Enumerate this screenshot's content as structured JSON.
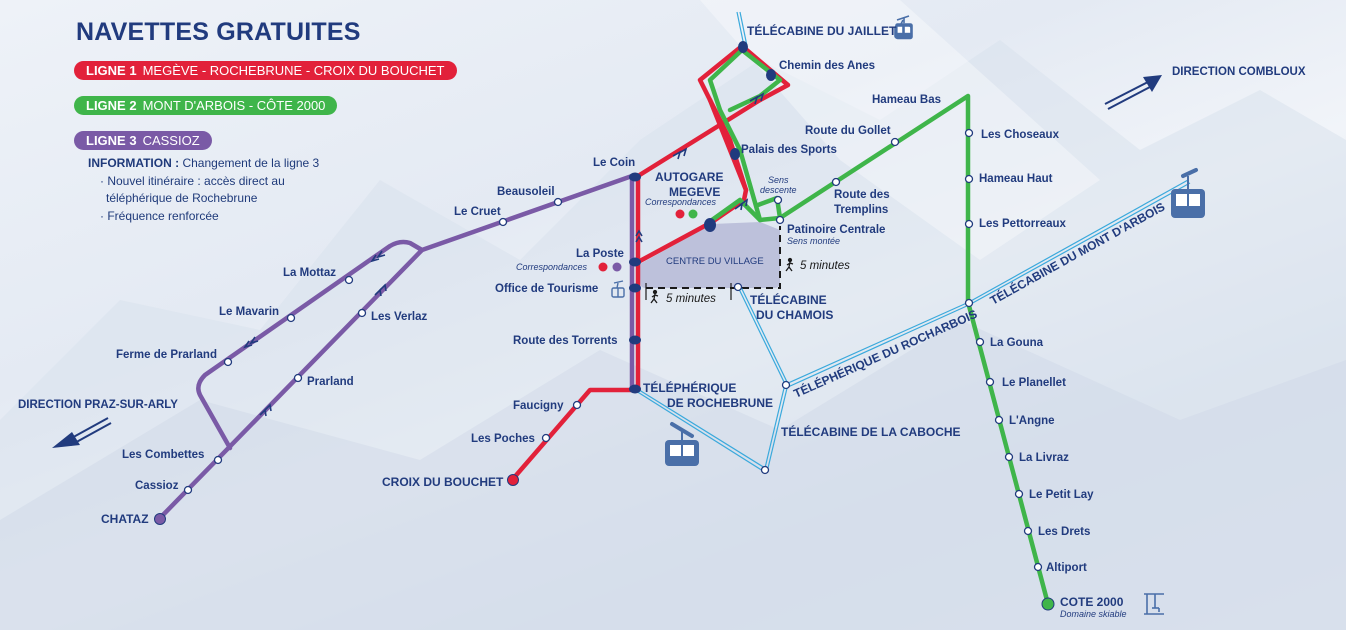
{
  "title": "NAVETTES GRATUITES",
  "lines": [
    {
      "id": "L1",
      "label": "LIGNE 1",
      "name": "MEGÈVE - ROCHEBRUNE - CROIX DU BOUCHET",
      "color": "#e2213a"
    },
    {
      "id": "L2",
      "label": "LIGNE 2",
      "name": "MONT D'ARBOIS - CÔTE 2000",
      "color": "#3fb54a"
    },
    {
      "id": "L3",
      "label": "LIGNE 3",
      "name": "CASSIOZ",
      "color": "#7a5aa6"
    }
  ],
  "information": {
    "label": "INFORMATION :",
    "text": "Changement de la ligne 3",
    "bullets": [
      "· Nouvel itinéraire : accès direct au",
      "téléphérique de Rochebrune",
      "· Fréquence renforcée"
    ]
  },
  "directions": {
    "combloux": "DIRECTION COMBLOUX",
    "praz": "DIRECTION PRAZ-SUR-ARLY"
  },
  "lifts": {
    "jaillet": "TÉLÉCABINE DU JAILLET",
    "mont_arbois": "TÉLÉCABINE DU MONT D'ARBOIS",
    "rocharbois": "TÉLÉPHÉRIQUE DU ROCHARBOIS",
    "chamois_1": "TÉLÉCABINE",
    "chamois_2": "DU CHAMOIS",
    "caboche": "TÉLÉCABINE DE LA CABOCHE",
    "rochebrune_1": "TÉLÉPHÉRIQUE",
    "rochebrune_2": "DE ROCHEBRUNE"
  },
  "center": {
    "label": "CENTRE DU VILLAGE",
    "walk_1": "5 minutes",
    "walk_2": "5 minutes"
  },
  "stops": {
    "le_coin": "Le Coin",
    "autogare_1": "AUTOGARE",
    "autogare_2": "MEGEVE",
    "correspondances": "Correspondances",
    "la_poste": "La Poste",
    "office_tourisme": "Office de Tourisme",
    "route_torrents": "Route des Torrents",
    "faucigny": "Faucigny",
    "les_poches": "Les Poches",
    "croix_bouchet": "CROIX DU BOUCHET",
    "beausoleil": "Beausoleil",
    "le_cruet": "Le Cruet",
    "la_mottaz": "La Mottaz",
    "le_mavarin": "Le Mavarin",
    "ferme_prarland": "Ferme de Prarland",
    "les_verlaz": "Les Verlaz",
    "prarland": "Prarland",
    "les_combettes": "Les Combettes",
    "cassioz": "Cassioz",
    "chataz": "CHATAZ",
    "chemin_anes": "Chemin des Anes",
    "palais_sports": "Palais des Sports",
    "sens_descente_1": "Sens",
    "sens_descente_2": "descente",
    "route_gollet": "Route du Gollet",
    "route_tremplins_1": "Route des",
    "route_tremplins_2": "Tremplins",
    "patinoire": "Patinoire Centrale",
    "sens_montee": "Sens montée",
    "hameau_bas": "Hameau Bas",
    "les_choseaux": "Les Choseaux",
    "hameau_haut": "Hameau Haut",
    "les_pettorreaux": "Les Pettorreaux",
    "la_gouna": "La Gouna",
    "le_planellet": "Le Planellet",
    "langne": "L'Angne",
    "la_livraz": "La Livraz",
    "le_petit_lay": "Le Petit Lay",
    "les_drets": "Les Drets",
    "altiport": "Altiport",
    "cote_2000": "COTE 2000",
    "domaine_skiable": "Domaine skiable"
  },
  "badges": {
    "l1": "L1",
    "l2": "L2",
    "l3": "L3"
  },
  "colors": {
    "navy": "#213b7e",
    "red": "#e2213a",
    "green": "#3fb54a",
    "purple": "#7a5aa6",
    "lift": "#3aa9dc",
    "lift_icon": "#4a6fa8",
    "center_fill": "#b9bdd8"
  }
}
